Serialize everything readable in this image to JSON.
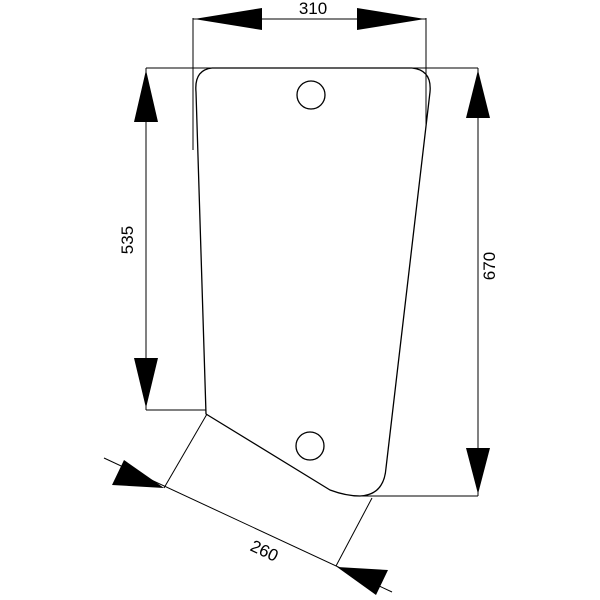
{
  "dimensions": {
    "top_width": "310",
    "left_height": "535",
    "right_height": "670",
    "bottom_edge": "260"
  }
}
